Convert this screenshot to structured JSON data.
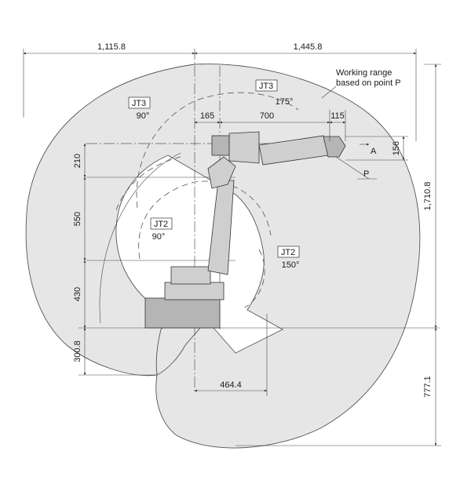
{
  "dimensions": {
    "top_left": "1,115.8",
    "top_right": "1,445.8",
    "offset_a": "165",
    "arm_length": "700",
    "wrist": "115",
    "wrist_height": "156",
    "left_210": "210",
    "left_550": "550",
    "left_430": "430",
    "left_300": "300.8",
    "right_total": "1,710.8",
    "right_lower": "777.1",
    "bottom_reach": "464.4"
  },
  "labels": {
    "working_range_line1": "Working range",
    "working_range_line2": "based on point P",
    "point_p": "P",
    "point_a": "A",
    "jt3_left": "JT3",
    "jt3_left_angle": "90°",
    "jt3_top": "JT3",
    "jt3_top_angle": "175°",
    "jt2_left": "JT2",
    "jt2_left_angle": "90°",
    "jt2_right": "JT2",
    "jt2_right_angle": "150°"
  },
  "colors": {
    "range_fill": "#e6e6e6",
    "line": "#444444"
  }
}
